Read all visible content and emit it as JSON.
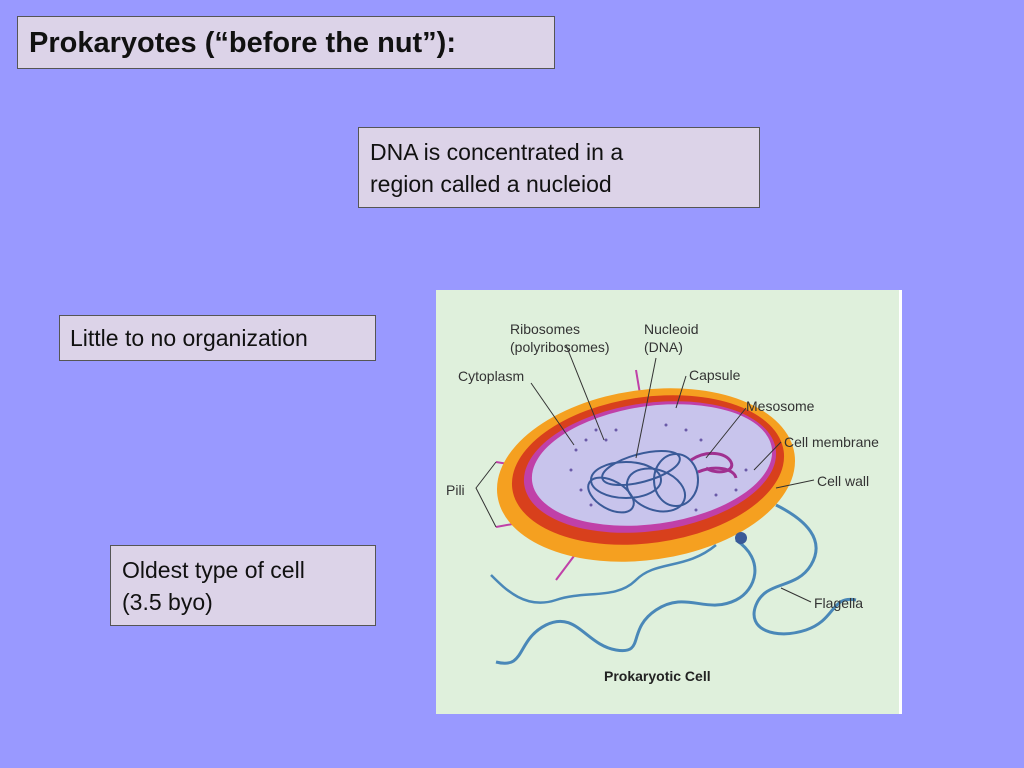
{
  "slide": {
    "title": "Prokaryotes (“before the nut”):",
    "dna_line1": "DNA is concentrated in a",
    "dna_line2": "region called a nucleiod",
    "organization": "Little to no organization",
    "oldest_line1": "Oldest type of cell",
    "oldest_line2": "(3.5  byo)"
  },
  "figure": {
    "caption": "Prokaryotic Cell",
    "labels": {
      "ribosomes_1": "Ribosomes",
      "ribosomes_2": "(polyribosomes)",
      "nucleoid_1": "Nucleoid",
      "nucleoid_2": "(DNA)",
      "cytoplasm": "Cytoplasm",
      "capsule": "Capsule",
      "mesosome": "Mesosome",
      "cell_membrane": "Cell membrane",
      "cell_wall": "Cell wall",
      "pili": "Pili",
      "flagella": "Flagella"
    },
    "colors": {
      "background": "#dff0dc",
      "capsule": "#f5a020",
      "cell_wall": "#d8401c",
      "membrane": "#c040a8",
      "cytoplasm": "#c8c4ec",
      "dna": "#3a5a98",
      "flagella": "#4a88b8"
    }
  }
}
